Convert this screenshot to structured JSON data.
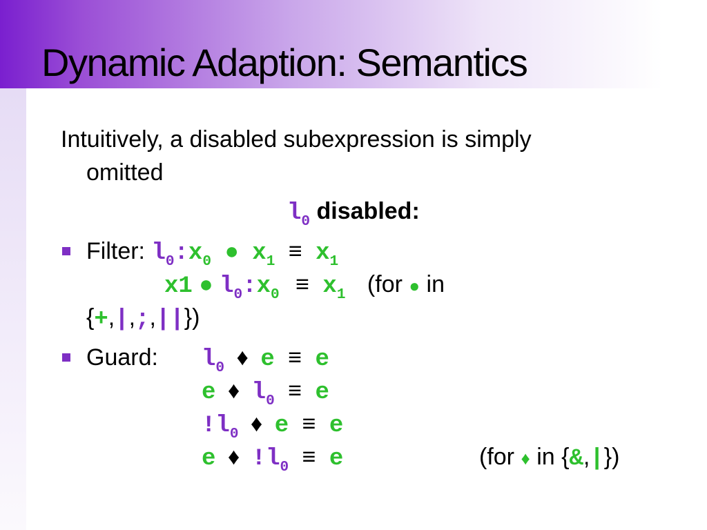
{
  "title": "Dynamic Adaption: Semantics",
  "intro_line1": "Intuitively, a disabled subexpression is simply",
  "intro_line2": "omitted",
  "disabled": {
    "l": "l",
    "sub": "0",
    "label": "disabled:"
  },
  "filter": {
    "label": "Filter:",
    "l": "l",
    "l_sub": "0",
    "colon": ":",
    "x": "x",
    "x0_sub": "0",
    "op": "●",
    "x1": "x",
    "x1_sub": "1",
    "equiv": "≡",
    "res": "x",
    "res_sub": "1",
    "line2_x1": "x1",
    "line2_op": "●",
    "line2_l": "l",
    "line2_l_sub": "0",
    "line2_colon": ":",
    "line2_x": "x",
    "line2_x_sub": "0",
    "line2_equiv": "≡",
    "line2_res": "x",
    "line2_res_sub": "1",
    "for_open": "(for",
    "for_dot": "●",
    "for_in": "in",
    "set_open": "{",
    "set_plus": "+",
    "comma": ",",
    "set_bar": "|",
    "set_semi": ";",
    "set_or": "||",
    "set_close": "})"
  },
  "guard": {
    "label": "Guard:",
    "diamond": "♦",
    "equiv": "≡",
    "l": "l",
    "l_sub": "0",
    "e": "e",
    "not_l": "!l",
    "for_open": "(for",
    "for_in": "in",
    "set_open": "{",
    "set_amp": "&",
    "comma": ",",
    "set_bar": "|",
    "set_close": "})"
  },
  "colors": {
    "accent": "#7e2fc4",
    "code_green": "#2ec02e"
  }
}
